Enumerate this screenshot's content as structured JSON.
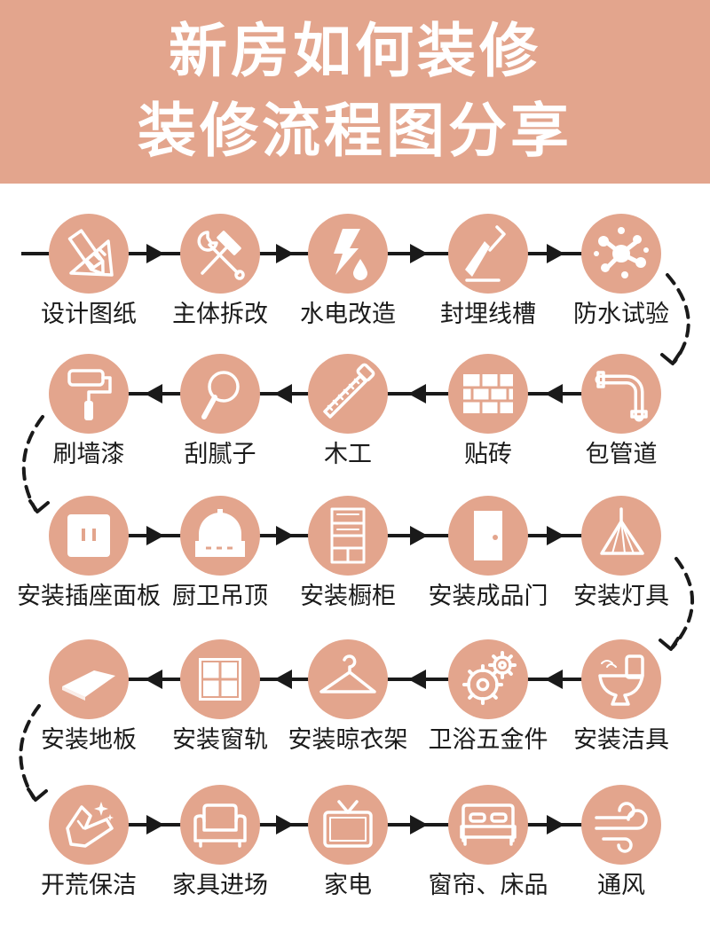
{
  "header": {
    "title_line1": "新房如何装修",
    "title_line2": "装修流程图分享"
  },
  "colors": {
    "header_bg": "#e3a58d",
    "circle": "#e3a58d",
    "icon": "#ffffff",
    "line": "#1a1a1a"
  },
  "rows": [
    {
      "direction": "right",
      "steps": [
        {
          "label": "设计图纸",
          "icon": "pencil-ruler-icon"
        },
        {
          "label": "主体拆改",
          "icon": "hammer-wrench-icon"
        },
        {
          "label": "水电改造",
          "icon": "lightning-water-drop-icon"
        },
        {
          "label": "封埋线槽",
          "icon": "trowel-icon"
        },
        {
          "label": "防水试验",
          "icon": "water-splash-icon"
        }
      ]
    },
    {
      "direction": "left",
      "steps": [
        {
          "label": "刷墙漆",
          "icon": "paint-roller-icon"
        },
        {
          "label": "刮腻子",
          "icon": "putty-knife-icon"
        },
        {
          "label": "木工",
          "icon": "saw-icon"
        },
        {
          "label": "贴砖",
          "icon": "bricks-icon"
        },
        {
          "label": "包管道",
          "icon": "pipe-icon"
        }
      ]
    },
    {
      "direction": "right",
      "steps": [
        {
          "label": "安装插座面板",
          "icon": "socket-icon"
        },
        {
          "label": "厨卫吊顶",
          "icon": "ceiling-icon"
        },
        {
          "label": "安装橱柜",
          "icon": "cabinet-icon"
        },
        {
          "label": "安装成品门",
          "icon": "door-icon"
        },
        {
          "label": "安装灯具",
          "icon": "lamp-icon"
        }
      ]
    },
    {
      "direction": "left",
      "steps": [
        {
          "label": "安装地板",
          "icon": "floor-plank-icon"
        },
        {
          "label": "安装窗轨",
          "icon": "window-icon"
        },
        {
          "label": "安装晾衣架",
          "icon": "hanger-icon"
        },
        {
          "label": "卫浴五金件",
          "icon": "gears-icon"
        },
        {
          "label": "安装洁具",
          "icon": "toilet-icon"
        }
      ]
    },
    {
      "direction": "right",
      "steps": [
        {
          "label": "开荒保洁",
          "icon": "cleaning-glove-icon"
        },
        {
          "label": "家具进场",
          "icon": "sofa-icon"
        },
        {
          "label": "家电",
          "icon": "tv-icon"
        },
        {
          "label": "窗帘、床品",
          "icon": "bed-icon"
        },
        {
          "label": "通风",
          "icon": "wind-icon"
        }
      ]
    }
  ]
}
